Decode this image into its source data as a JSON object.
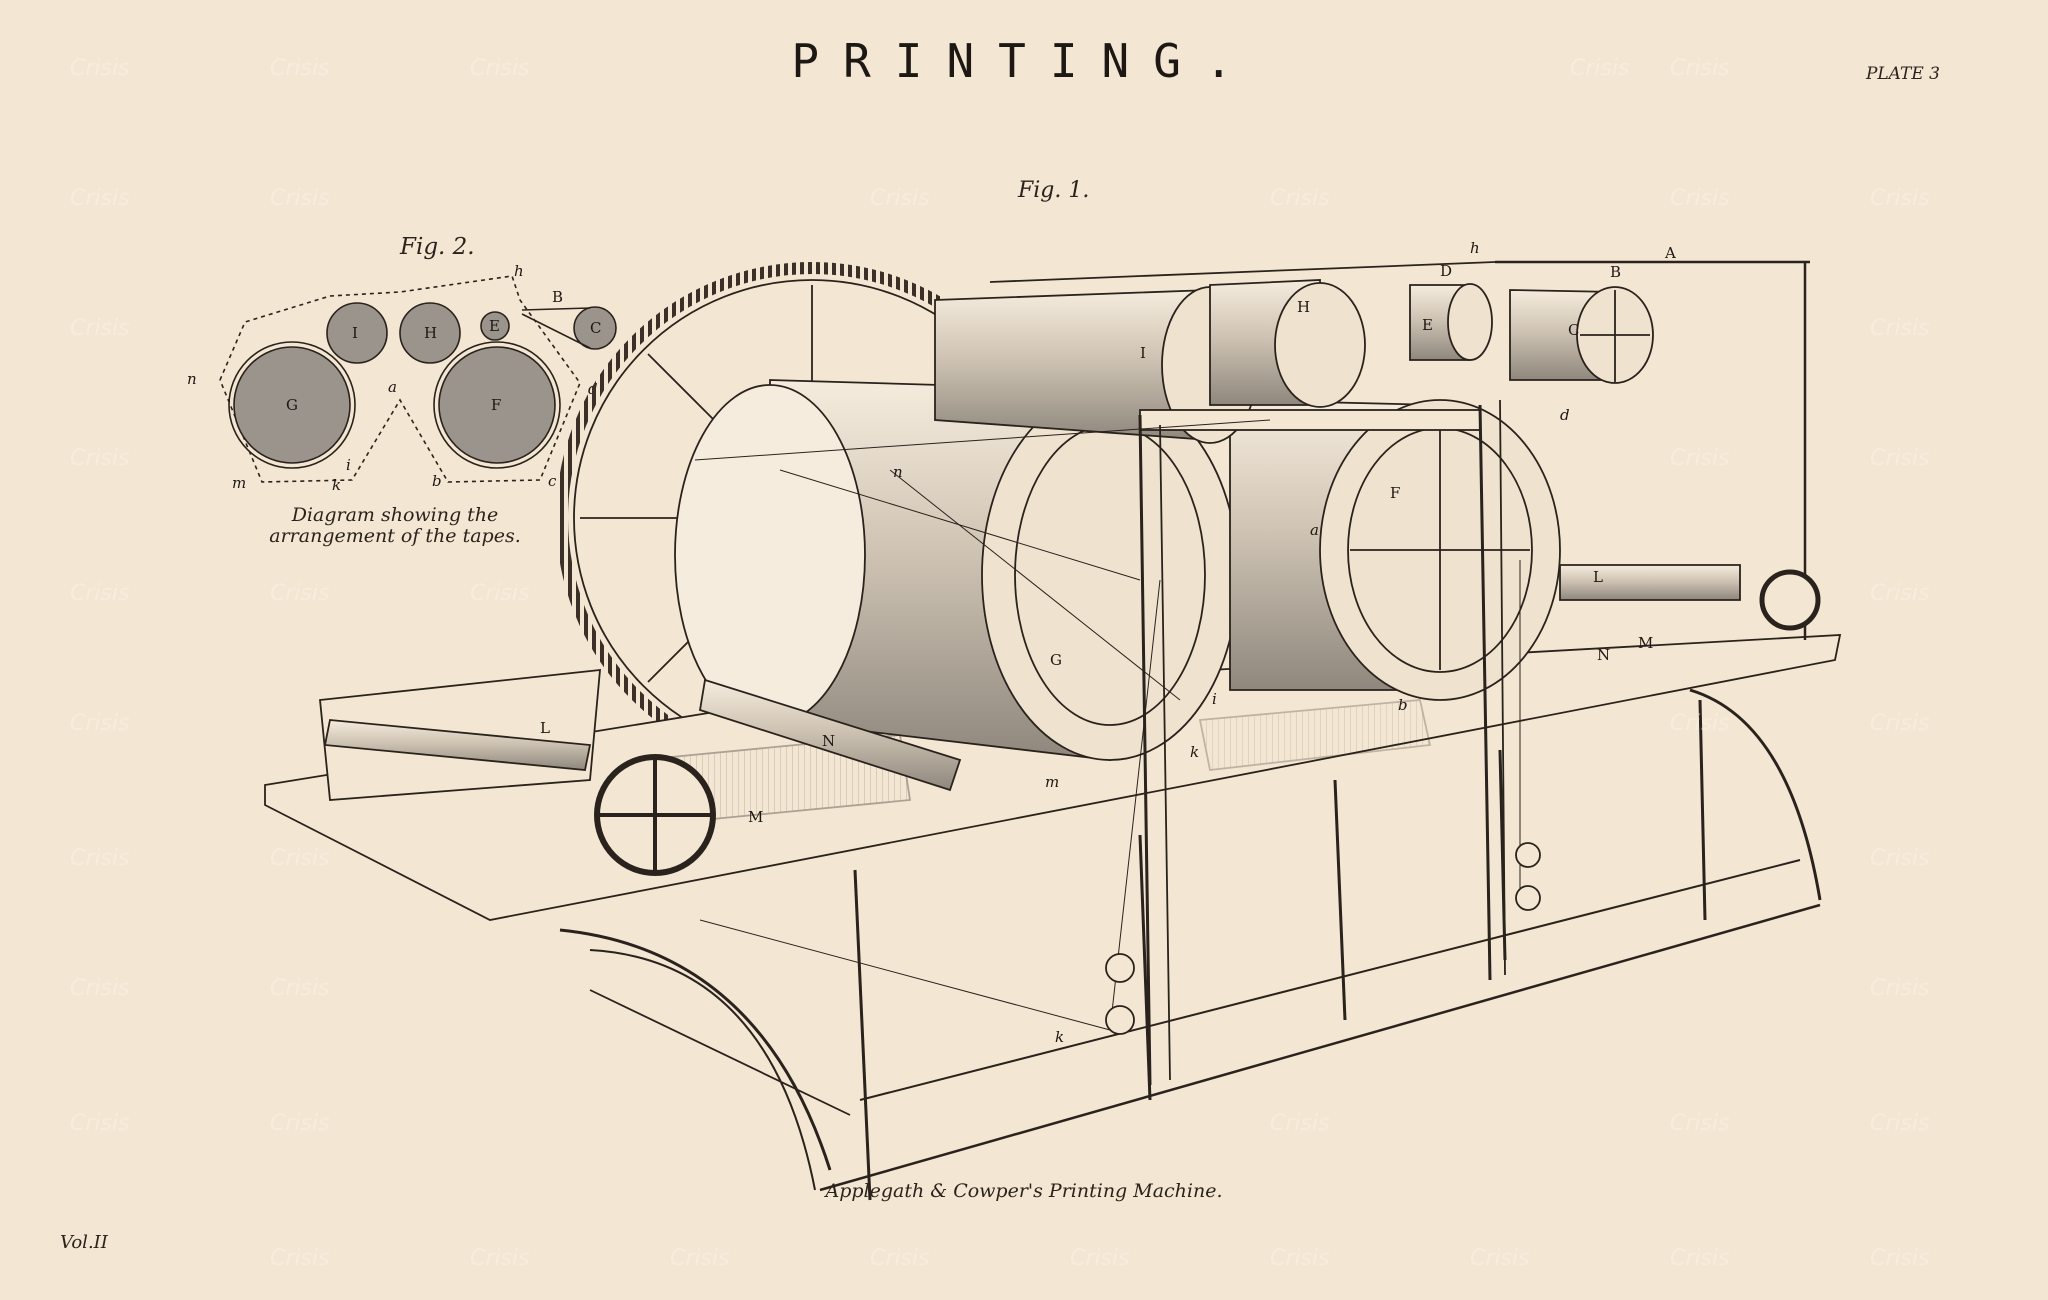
{
  "plate": {
    "title": "PRINTING.",
    "plate_number": "PLATE 3",
    "volume": "Vol.II"
  },
  "fig1": {
    "label": "Fig. 1.",
    "caption": "Applegath & Cowper's Printing Machine.",
    "letters": [
      "A",
      "B",
      "C",
      "D",
      "E",
      "F",
      "G",
      "H",
      "I",
      "L",
      "L",
      "M",
      "M",
      "N",
      "N",
      "a",
      "b",
      "d",
      "h",
      "i",
      "k",
      "k",
      "m",
      "n"
    ]
  },
  "fig2": {
    "label": "Fig. 2.",
    "caption": "Diagram showing the arrangement of the tapes.",
    "letters": [
      "G",
      "I",
      "H",
      "E",
      "F",
      "C",
      "B",
      "h",
      "n",
      "a",
      "d",
      "m",
      "i",
      "k",
      "b",
      "c"
    ]
  },
  "watermark": "Crisis",
  "colors": {
    "paper": "#f3e6d2",
    "ink": "#2a221c",
    "cylinder_fill": "#9a948c"
  }
}
